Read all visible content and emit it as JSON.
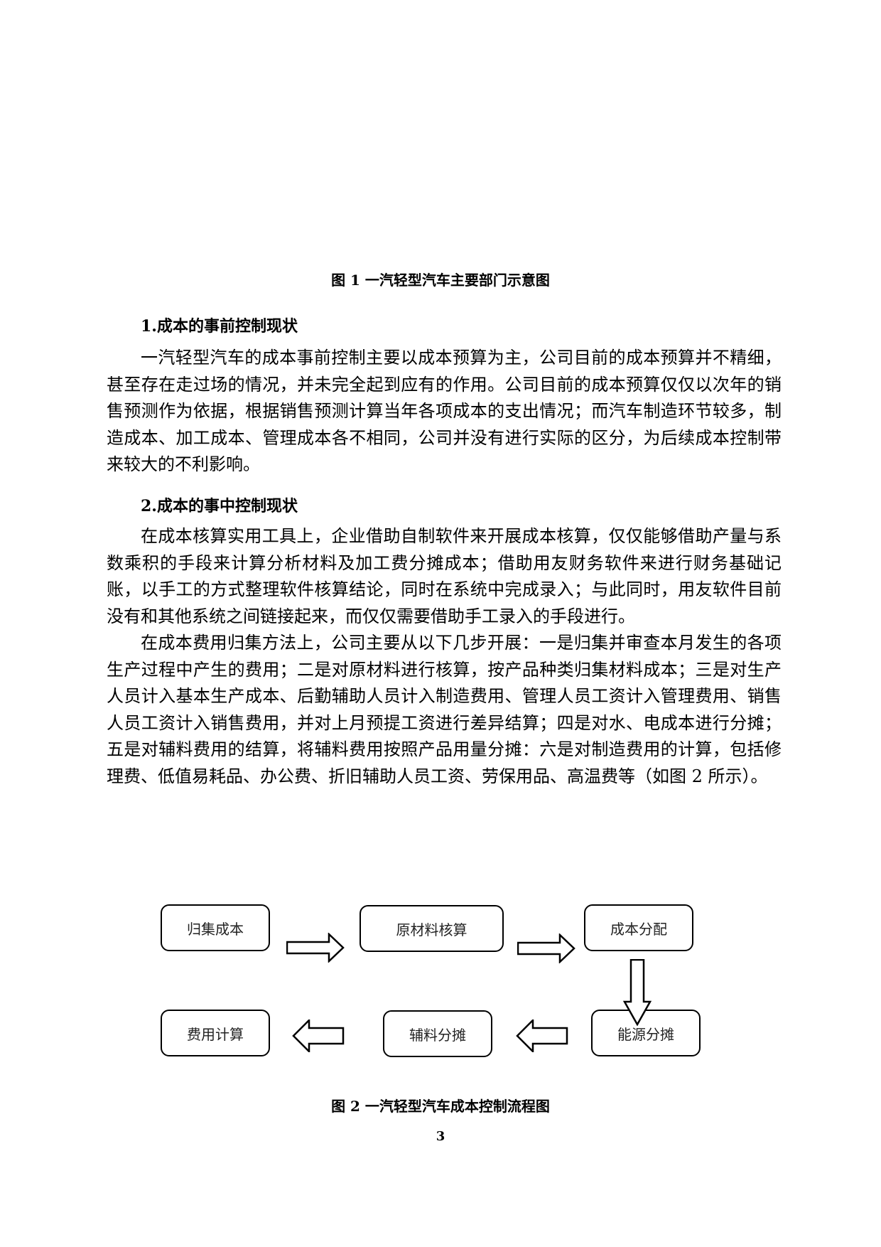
{
  "figure1": {
    "caption": "图 1  一汽轻型汽车主要部门示意图"
  },
  "section1": {
    "heading": "1.成本的事前控制现状",
    "paragraphs": [
      "一汽轻型汽车的成本事前控制主要以成本预算为主，公司目前的成本预算并不精细，甚至存在走过场的情况，并未完全起到应有的作用。公司目前的成本预算仅仅以次年的销售预测作为依据，根据销售预测计算当年各项成本的支出情况；而汽车制造环节较多，制造成本、加工成本、管理成本各不相同，公司并没有进行实际的区分，为后续成本控制带来较大的不利影响。"
    ]
  },
  "section2": {
    "heading": "2.成本的事中控制现状",
    "paragraphs": [
      "在成本核算实用工具上，企业借助自制软件来开展成本核算，仅仅能够借助产量与系数乘积的手段来计算分析材料及加工费分摊成本；借助用友财务软件来进行财务基础记账，以手工的方式整理软件核算结论，同时在系统中完成录入；与此同时，用友软件目前没有和其他系统之间链接起来，而仅仅需要借助手工录入的手段进行。",
      "在成本费用归集方法上，公司主要从以下几步开展：一是归集并审查本月发生的各项生产过程中产生的费用；二是对原材料进行核算，按产品种类归集材料成本；三是对生产人员计入基本生产成本、后勤辅助人员计入制造费用、管理人员工资计入管理费用、销售人员工资计入销售费用，并对上月预提工资进行差异结算；四是对水、电成本进行分摊；五是对辅料费用的结算，将辅料费用按照产品用量分摊：六是对制造费用的计算，包括修理费、低值易耗品、办公费、折旧辅助人员工资、劳保用品、高温费等（如图 2 所示）。"
    ]
  },
  "flowchart": {
    "steps": [
      "归集成本",
      "原材料核算",
      "成本分配",
      "能源分摊",
      "辅料分摊",
      "费用计算"
    ]
  },
  "figure2": {
    "caption": "图 2  一汽轻型汽车成本控制流程图"
  },
  "page_number": "3"
}
